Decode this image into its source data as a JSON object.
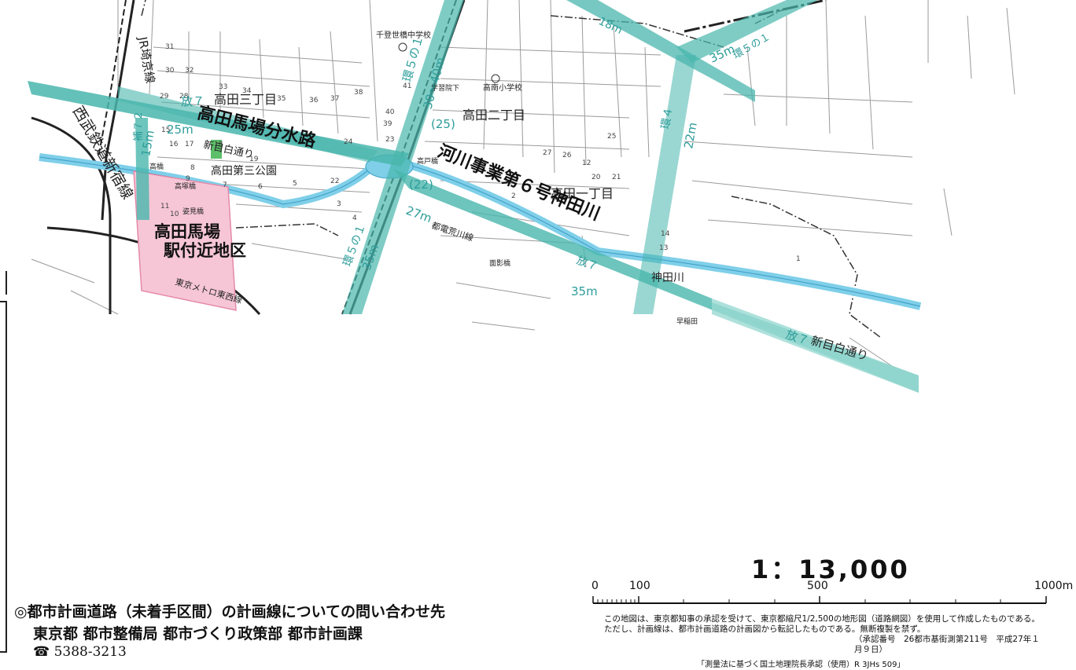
{
  "map": {
    "district_labels": [
      {
        "id": "takada-3",
        "text": "高田三丁目"
      },
      {
        "id": "takada-2",
        "text": "高田二丁目"
      },
      {
        "id": "takada-1",
        "text": "高田一丁目"
      }
    ],
    "feature_labels": {
      "bunsuiro": "高田馬場分水路",
      "kasen": "河川事業第６号神田川",
      "park": "高田第三公園",
      "station_area_1": "高田馬場",
      "station_area_2": "駅付近地区",
      "seibu_line": "西武鉄道新宿線",
      "jr_line": "JR埼京線",
      "metro_line": "東京メトロ東西線",
      "toden_line": "都電荒川線",
      "kandagawa": "神田川",
      "shinmejiro_1": "新目白通り",
      "shinmejiro_2": "新目白通り",
      "school_1": "千登世橋中学校",
      "school_2": "高南小学校",
      "gakushuin": "学習院下",
      "waseda": "早稲田",
      "omokage": "面影橋",
      "takatobashi": "高戸橋",
      "sugatami": "姿見橋",
      "takatsuki": "高塚橋",
      "kougaku": "高橋"
    },
    "road_labels": {
      "ho7_a": "放７",
      "ho7_b": "放７",
      "ho7_c": "放７",
      "w25m": "25m",
      "w15m": "15m",
      "w18m": "18m",
      "w35m_a": "35m",
      "w35m_b": "35m",
      "w35m_c": "35m",
      "w27m": "27m",
      "w22m": "22m",
      "w30_40m": "30〜40m",
      "p25": "(25)",
      "p22": "(22)",
      "kan4": "環４",
      "kan5": "環５の１",
      "kan5b": "環５の１",
      "ho72": "補７２",
      "kan5c": "環５の１"
    },
    "block_numbers": [
      "31",
      "30",
      "32",
      "33",
      "34",
      "35",
      "36",
      "37",
      "38",
      "29",
      "28",
      "16",
      "17",
      "18",
      "19",
      "8",
      "9",
      "7",
      "6",
      "5",
      "10",
      "11",
      "15",
      "22",
      "23",
      "24",
      "12",
      "39",
      "40",
      "41",
      "25",
      "26",
      "27",
      "20",
      "21",
      "14",
      "13",
      "2",
      "3",
      "4",
      "1"
    ],
    "colors": {
      "road": "#49b6ad",
      "road_dark": "#2d8e87",
      "river": "#7fcfe9",
      "district_fill": "#f6c6d6",
      "district_border": "#e58aa9",
      "park": "#5dbf6a"
    }
  },
  "contact": {
    "line1": "◎都市計画道路（未着手区間）の計画線についての問い合わせ先",
    "line2": "東京都 都市整備局 都市づくり政策部 都市計画課",
    "phone_icon": "phone-icon",
    "phone_glyph": "☎",
    "phone": "5388-3213"
  },
  "scale": {
    "ratio": "1：13,000",
    "ticks": [
      "0",
      "100",
      "500",
      "1000m"
    ]
  },
  "notes": {
    "line1": "この地図は、東京都知事の承認を受けて、東京都縮尺1/2,500の地形図（道路網図）を使用して作成したものである。",
    "line2": "ただし、計画線は、都市計画道路の計画図から転記したものである。無断複製を禁ず。",
    "line3": "（承認番号　26都市基街測第211号　平成27年１月９日）",
    "line4": "「測量法に基づく国土地理院長承認（使用）R 3JHs 509」"
  }
}
